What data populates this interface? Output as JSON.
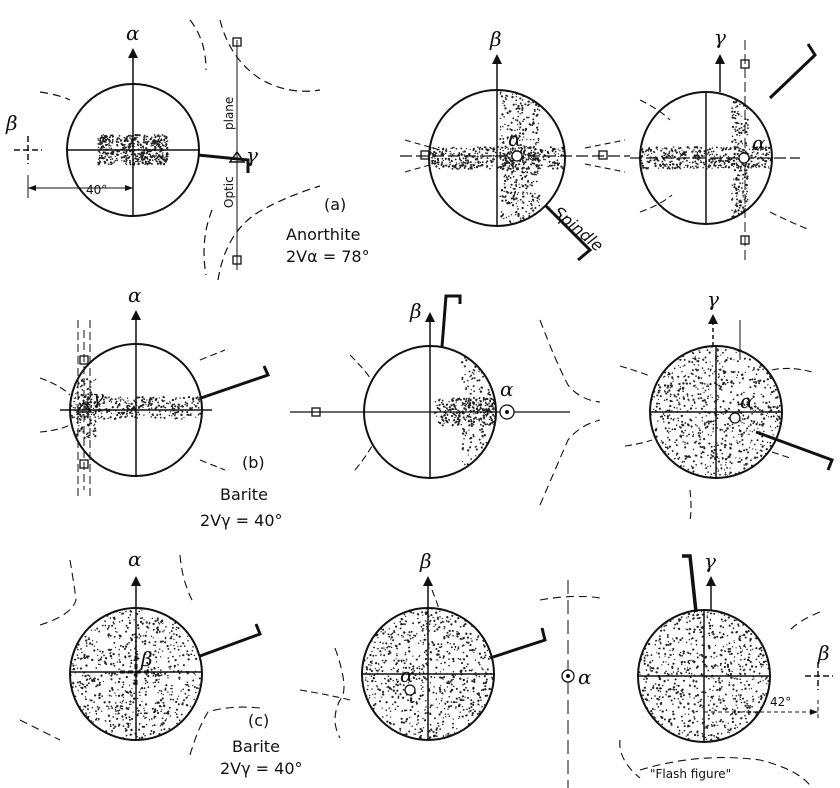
{
  "rows": [
    {
      "id": "a",
      "caption": "(a)",
      "mineral": "Anorthite",
      "formula": "2Vα = 78°",
      "panels": [
        {
          "top_label": "α",
          "side_label": "β",
          "center_label": "",
          "inside_label": "γ",
          "angle_label": "40°"
        },
        {
          "top_label": "β",
          "center_label": "α",
          "stage_label": "Spindle"
        },
        {
          "top_label": "γ",
          "center_label": "α"
        }
      ],
      "plane_words": [
        "plane",
        "Optic"
      ]
    },
    {
      "id": "b",
      "caption": "(b)",
      "mineral": "Barite",
      "formula": "2Vγ = 40°",
      "panels": [
        {
          "top_label": "α",
          "inside_label": "γ"
        },
        {
          "top_label": "β",
          "side_label": "α"
        },
        {
          "top_label": "γ",
          "center_label": "α"
        }
      ]
    },
    {
      "id": "c",
      "caption": "(c)",
      "mineral": "Barite",
      "formula": "2Vγ = 40°",
      "panels": [
        {
          "top_label": "α",
          "center_label": "β"
        },
        {
          "top_label": "β",
          "center_label": "α"
        },
        {
          "top_label": "γ",
          "side_label": "β",
          "outside_label": "α",
          "angle_label": "42°",
          "figure_label": "\"Flash figure\""
        }
      ]
    }
  ]
}
